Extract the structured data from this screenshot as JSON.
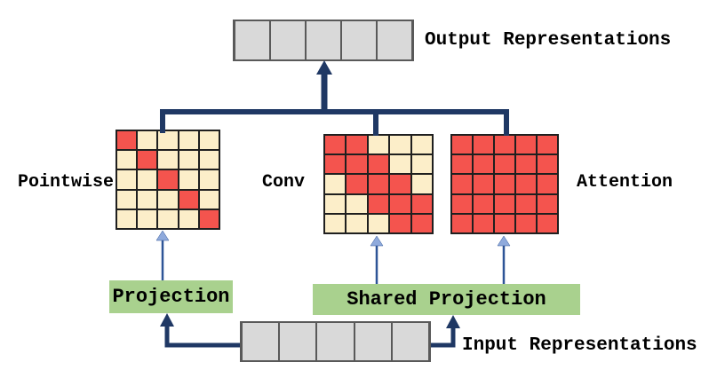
{
  "output_row": {
    "label": "Output Representations",
    "cells": 5
  },
  "input_row": {
    "label": "Input Representations",
    "cells": 5
  },
  "matrices": {
    "pointwise": {
      "label": "Pointwise",
      "pattern": [
        [
          1,
          0,
          0,
          0,
          0
        ],
        [
          0,
          1,
          0,
          0,
          0
        ],
        [
          0,
          0,
          1,
          0,
          0
        ],
        [
          0,
          0,
          0,
          1,
          0
        ],
        [
          0,
          0,
          0,
          0,
          1
        ]
      ]
    },
    "conv": {
      "label": "Conv",
      "pattern": [
        [
          1,
          1,
          0,
          0,
          0
        ],
        [
          1,
          1,
          1,
          0,
          0
        ],
        [
          0,
          1,
          1,
          1,
          0
        ],
        [
          0,
          0,
          1,
          1,
          1
        ],
        [
          0,
          0,
          0,
          1,
          1
        ]
      ]
    },
    "attention": {
      "label": "Attention",
      "pattern": [
        [
          1,
          1,
          1,
          1,
          1
        ],
        [
          1,
          1,
          1,
          1,
          1
        ],
        [
          1,
          1,
          1,
          1,
          1
        ],
        [
          1,
          1,
          1,
          1,
          1
        ],
        [
          1,
          1,
          1,
          1,
          1
        ]
      ]
    }
  },
  "projections": {
    "projection": {
      "label": "Projection"
    },
    "shared": {
      "label": "Shared Projection"
    }
  },
  "colors": {
    "cell_active_red": "#F4544E",
    "cell_inactive_cream": "#FCEEC9",
    "vector_cell_gray": "#D9D9D9",
    "projection_green": "#A9D18E",
    "connector_navy": "#1F3864",
    "thin_arrow_blue": "#2E5597",
    "thin_arrowhead_light_blue": "#8FAADC"
  }
}
